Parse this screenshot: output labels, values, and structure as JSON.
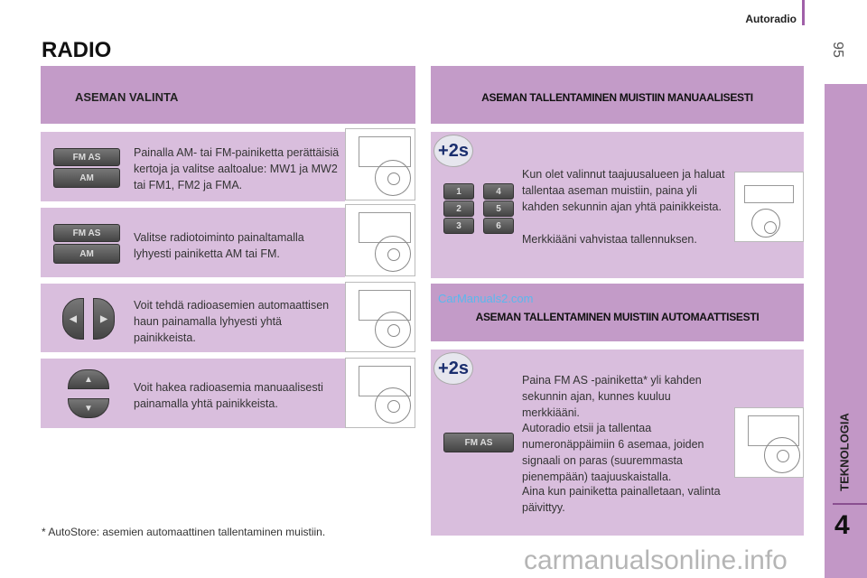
{
  "header": {
    "section": "Autoradio",
    "page_number": "95"
  },
  "title": "RADIO",
  "left": {
    "heading": "ASEMAN VALINTA",
    "items": [
      {
        "text": "Painalla AM- tai FM-painiketta perättäisiä kertoja ja valitse aaltoalue: MW1 ja MW2 tai FM1, FM2 ja FMA.",
        "buttons": [
          "FM AS",
          "AM"
        ]
      },
      {
        "text": "Valitse radiotoiminto painaltamalla lyhyesti painiketta AM tai FM.",
        "buttons": [
          "FM AS",
          "AM"
        ]
      },
      {
        "text": "Voit tehdä radioasemien automaattisen haun painamalla lyhyesti yhtä painikkeista.",
        "buttons": [
          "◀",
          "▶"
        ]
      },
      {
        "text": "Voit hakea radioasemia manuaalisesti painamalla yhtä painikkeista.",
        "buttons": [
          "▲",
          "▼"
        ]
      }
    ]
  },
  "right": {
    "manual": {
      "heading": "ASEMAN TALLENTAMINEN MUISTIIN MANUAALISESTI",
      "badge": "+2s",
      "keys": [
        "1",
        "2",
        "3",
        "4",
        "5",
        "6"
      ],
      "p1": "Kun olet valinnut taajuusalueen ja haluat tallentaa aseman muistiin, paina yli kahden sekunnin ajan yhtä painikkeista.",
      "p2": "Merkkiääni vahvistaa tallennuksen."
    },
    "watermark": "CarManuals2.com",
    "auto": {
      "heading": "ASEMAN TALLENTAMINEN MUISTIIN AUTOMAATTISESTI",
      "badge": "+2s",
      "button": "FM AS",
      "p1": "Paina FM AS -painiketta* yli kahden sekunnin ajan, kunnes kuuluu merkkiääni.",
      "p2": "Autoradio etsii ja tallentaa numeronäppäimiin 6 asemaa, joiden signaali on paras (suuremmasta pienempään) taajuuskaistalla.",
      "p3": "Aina kun painiketta painalletaan, valinta päivittyy."
    }
  },
  "footnote": "* AutoStore: asemien automaattinen tallentaminen muistiin.",
  "sidebar": {
    "chapter": "TEKNOLOGIA",
    "chapter_number": "4"
  },
  "footer_watermark": "carmanualsonline.info"
}
